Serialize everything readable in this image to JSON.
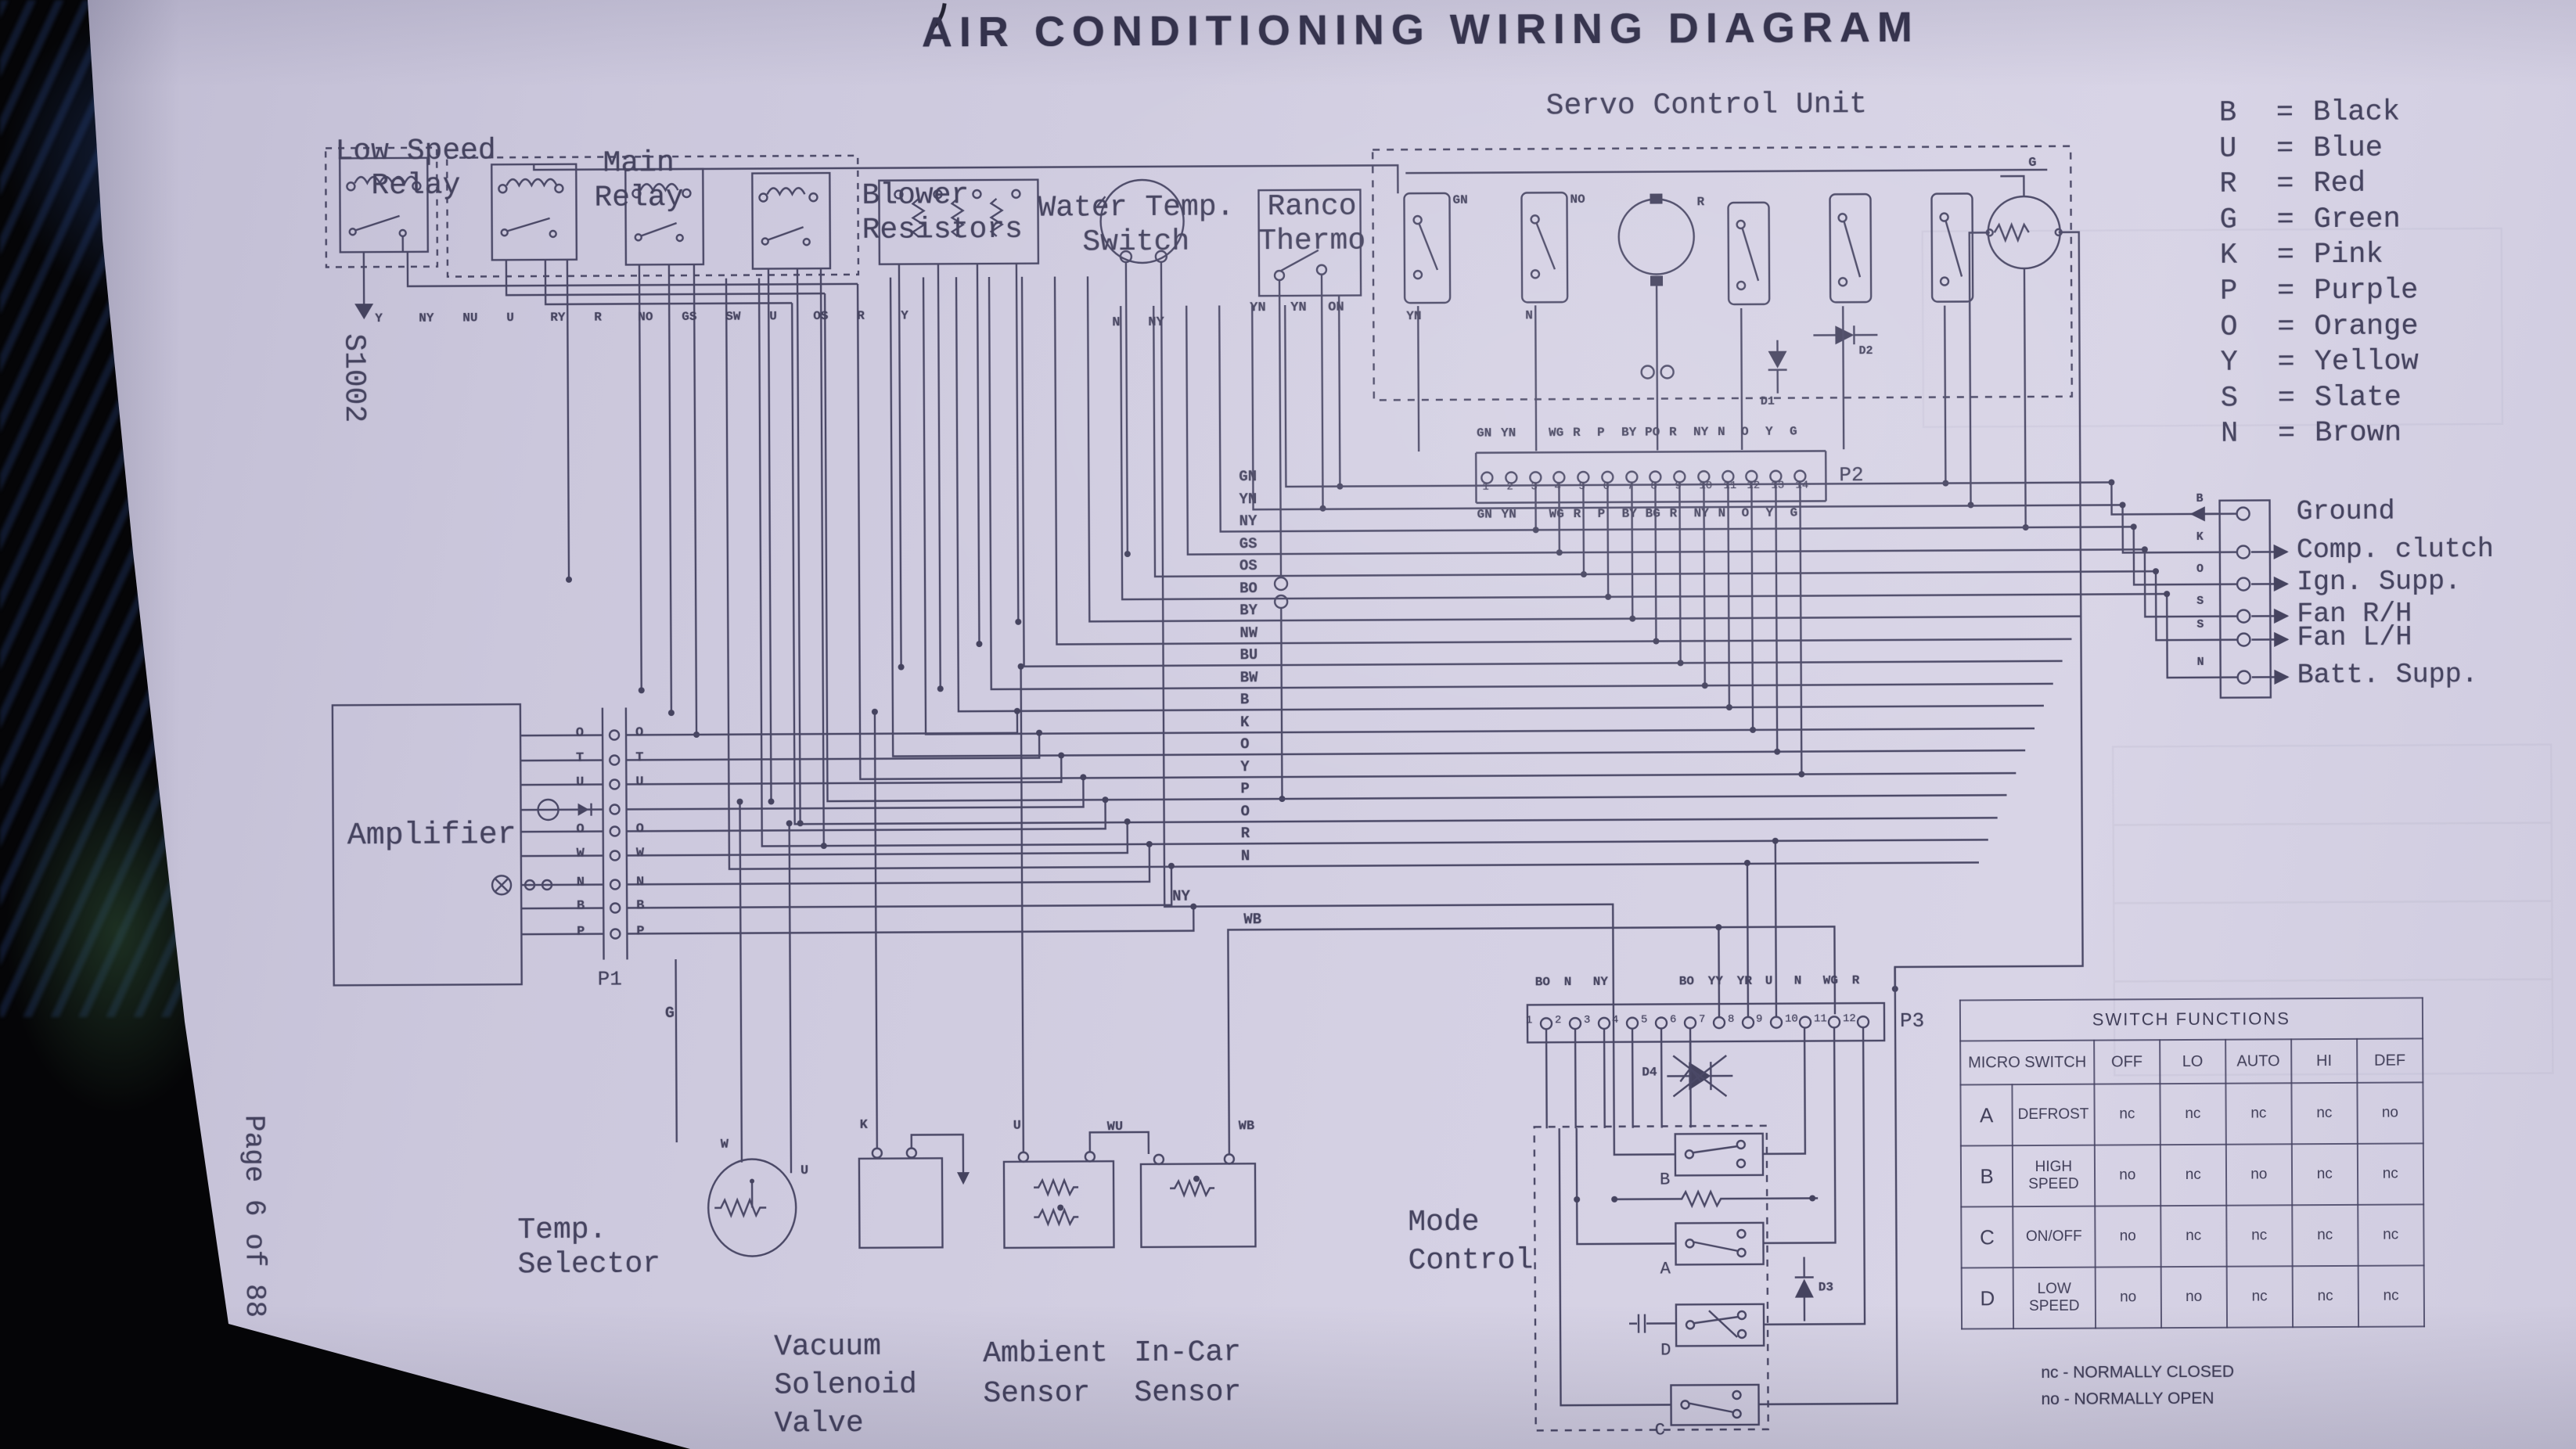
{
  "page": {
    "title": "AIR CONDITIONING WIRING DIAGRAM",
    "page_number": "Page 6 of 88",
    "drawing_number": "S1002"
  },
  "wire_color_legend": [
    {
      "code": "B",
      "color": "Black"
    },
    {
      "code": "U",
      "color": "Blue"
    },
    {
      "code": "R",
      "color": "Red"
    },
    {
      "code": "G",
      "color": "Green"
    },
    {
      "code": "K",
      "color": "Pink"
    },
    {
      "code": "P",
      "color": "Purple"
    },
    {
      "code": "O",
      "color": "Orange"
    },
    {
      "code": "Y",
      "color": "Yellow"
    },
    {
      "code": "S",
      "color": "Slate"
    },
    {
      "code": "N",
      "color": "Brown"
    }
  ],
  "components": {
    "low_speed_relay": [
      "Low Speed",
      "Relay"
    ],
    "main_relay": [
      "Main",
      "Relay"
    ],
    "blower_resistors": [
      "Blower",
      "Resistors"
    ],
    "water_temp_switch": [
      "Water Temp.",
      "Switch"
    ],
    "ranco_thermo": [
      "Ranco",
      "Thermo"
    ],
    "servo_control_unit": "Servo Control Unit",
    "amplifier": "Amplifier",
    "temp_selector": [
      "Temp.",
      "Selector"
    ],
    "vacuum_solenoid_valve": [
      "Vacuum",
      "Solenoid",
      "Valve"
    ],
    "ambient_sensor": [
      "Ambient",
      "Sensor"
    ],
    "in_car_sensor": [
      "In-Car",
      "Sensor"
    ],
    "mode_control": [
      "Mode",
      "Control"
    ]
  },
  "connectors": {
    "p1": {
      "label": "P1",
      "left_pins": [
        "O",
        "T",
        "U",
        "",
        "O",
        "W",
        "N",
        "B",
        "P"
      ],
      "right_pins": [
        "O",
        "T",
        "U",
        "",
        "O",
        "W",
        "N",
        "B",
        "P"
      ]
    },
    "p2": {
      "label": "P2",
      "numbers": [
        "1",
        "2",
        "3",
        "4",
        "5",
        "6",
        "7",
        "8",
        "9",
        "10",
        "11",
        "12",
        "13",
        "14"
      ],
      "top_labels": [
        "GN",
        "YN",
        "",
        "WG",
        "R",
        "P",
        "BY",
        "PO",
        "R",
        "NY",
        "N",
        "O",
        "Y",
        "G"
      ],
      "bottom_labels": [
        "GN",
        "YN",
        "",
        "WG",
        "R",
        "P",
        "BY",
        "BG",
        "R",
        "NY",
        "N",
        "O",
        "Y",
        "G"
      ]
    },
    "p3": {
      "label": "P3",
      "numbers": [
        "1",
        "2",
        "3",
        "4",
        "5",
        "6",
        "7",
        "8",
        "9",
        "10",
        "11",
        "12"
      ],
      "top_labels": [
        "BO",
        "N",
        "NY",
        "",
        "",
        "BO",
        "YY",
        "YR",
        "U",
        "N",
        "WG",
        "R"
      ]
    }
  },
  "harness_outputs": [
    {
      "wire": "B",
      "label": "Ground"
    },
    {
      "wire": "K",
      "label": "Comp. clutch"
    },
    {
      "wire": "O",
      "label": "Ign. Supp."
    },
    {
      "wire": "S",
      "label": "Fan R/H"
    },
    {
      "wire": "S",
      "label": "Fan L/H"
    },
    {
      "wire": "N",
      "label": "Batt. Supp."
    }
  ],
  "bus_wire_labels": [
    "GN",
    "YN",
    "NY",
    "GS",
    "OS",
    "BO",
    "BY",
    "NW",
    "BU",
    "BW",
    "B",
    "K",
    "O",
    "Y",
    "P",
    "O",
    "R",
    "N"
  ],
  "lower_wire_labels": [
    "NY",
    "WB"
  ],
  "relay_row_wire_labels": [
    "Y",
    "NY",
    "NU",
    "U",
    "RY",
    "R",
    "NO",
    "GS",
    "SW",
    "U",
    "OS",
    "R",
    "Y"
  ],
  "branch_wire_labels": {
    "ranco": [
      "YN",
      "YN",
      "ON"
    ],
    "water_temp": [
      "N",
      "NY"
    ],
    "servo": {
      "switch_tops": [
        "GN",
        "NO",
        "R"
      ],
      "switch_bottoms": [
        "YN",
        "N"
      ],
      "pot_top": "G",
      "diodes": [
        "D1",
        "D2"
      ]
    },
    "temp_selector": [
      "W",
      "U"
    ],
    "vacuum_valve": "K",
    "ambient_sensor": [
      "U",
      "WU"
    ],
    "in_car_sensor": "WB",
    "amplifier_ground": "G"
  },
  "mode_control": {
    "switch_ids": [
      "B",
      "A",
      "D",
      "C"
    ],
    "diode_labels": [
      "D4",
      "D3"
    ]
  },
  "switch_functions_table": {
    "title": "SWITCH FUNCTIONS",
    "col_headers": [
      "MICRO SWITCH",
      "OFF",
      "LO",
      "AUTO",
      "HI",
      "DEF"
    ],
    "rows": [
      {
        "id": "A",
        "function": "DEFROST",
        "states": [
          "nc",
          "nc",
          "nc",
          "nc",
          "no"
        ]
      },
      {
        "id": "B",
        "function": "HIGH SPEED",
        "states": [
          "no",
          "nc",
          "no",
          "nc",
          "nc"
        ]
      },
      {
        "id": "C",
        "function": "ON/OFF",
        "states": [
          "no",
          "nc",
          "nc",
          "nc",
          "nc"
        ]
      },
      {
        "id": "D",
        "function": "LOW SPEED",
        "states": [
          "no",
          "no",
          "nc",
          "nc",
          "nc"
        ]
      }
    ],
    "notes": [
      "nc - NORMALLY CLOSED",
      "no - NORMALLY OPEN"
    ]
  }
}
